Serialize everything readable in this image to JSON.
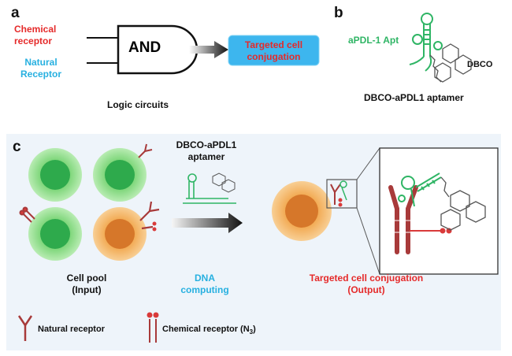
{
  "panel_a": {
    "letter": "a",
    "input1": "Chemical\nreceptor",
    "input2": "Natural\nReceptor",
    "gate": "AND",
    "output": "Targeted cell\nconjugation",
    "caption": "Logic circuits"
  },
  "panel_b": {
    "letter": "b",
    "aptamer_label": "aPDL-1 Apt",
    "dbco_label": "DBCO",
    "caption": "DBCO-aPDL1 aptamer"
  },
  "panel_c": {
    "letter": "c",
    "reagent": "DBCO-aPDL1\naptamer",
    "input_caption": "Cell pool\n(Input)",
    "computing_caption": "DNA\ncomputing",
    "output_caption": "Targeted cell conjugation\n(Output)",
    "legend_natural": "Natural receptor",
    "legend_chemical": "Chemical receptor (N",
    "legend_chemical_sub": "3",
    "legend_chemical_close": ")"
  },
  "colors": {
    "red": "#e52a2a",
    "cyan": "#27b0e0",
    "green": "#2fb565",
    "cell_green": "#7ed67a",
    "nucleus_green": "#2eaa4c",
    "cell_orange": "#f2ab55",
    "nucleus_orange": "#d6772a",
    "receptor": "#a83a3a",
    "panel_bg": "#eef4fa"
  }
}
